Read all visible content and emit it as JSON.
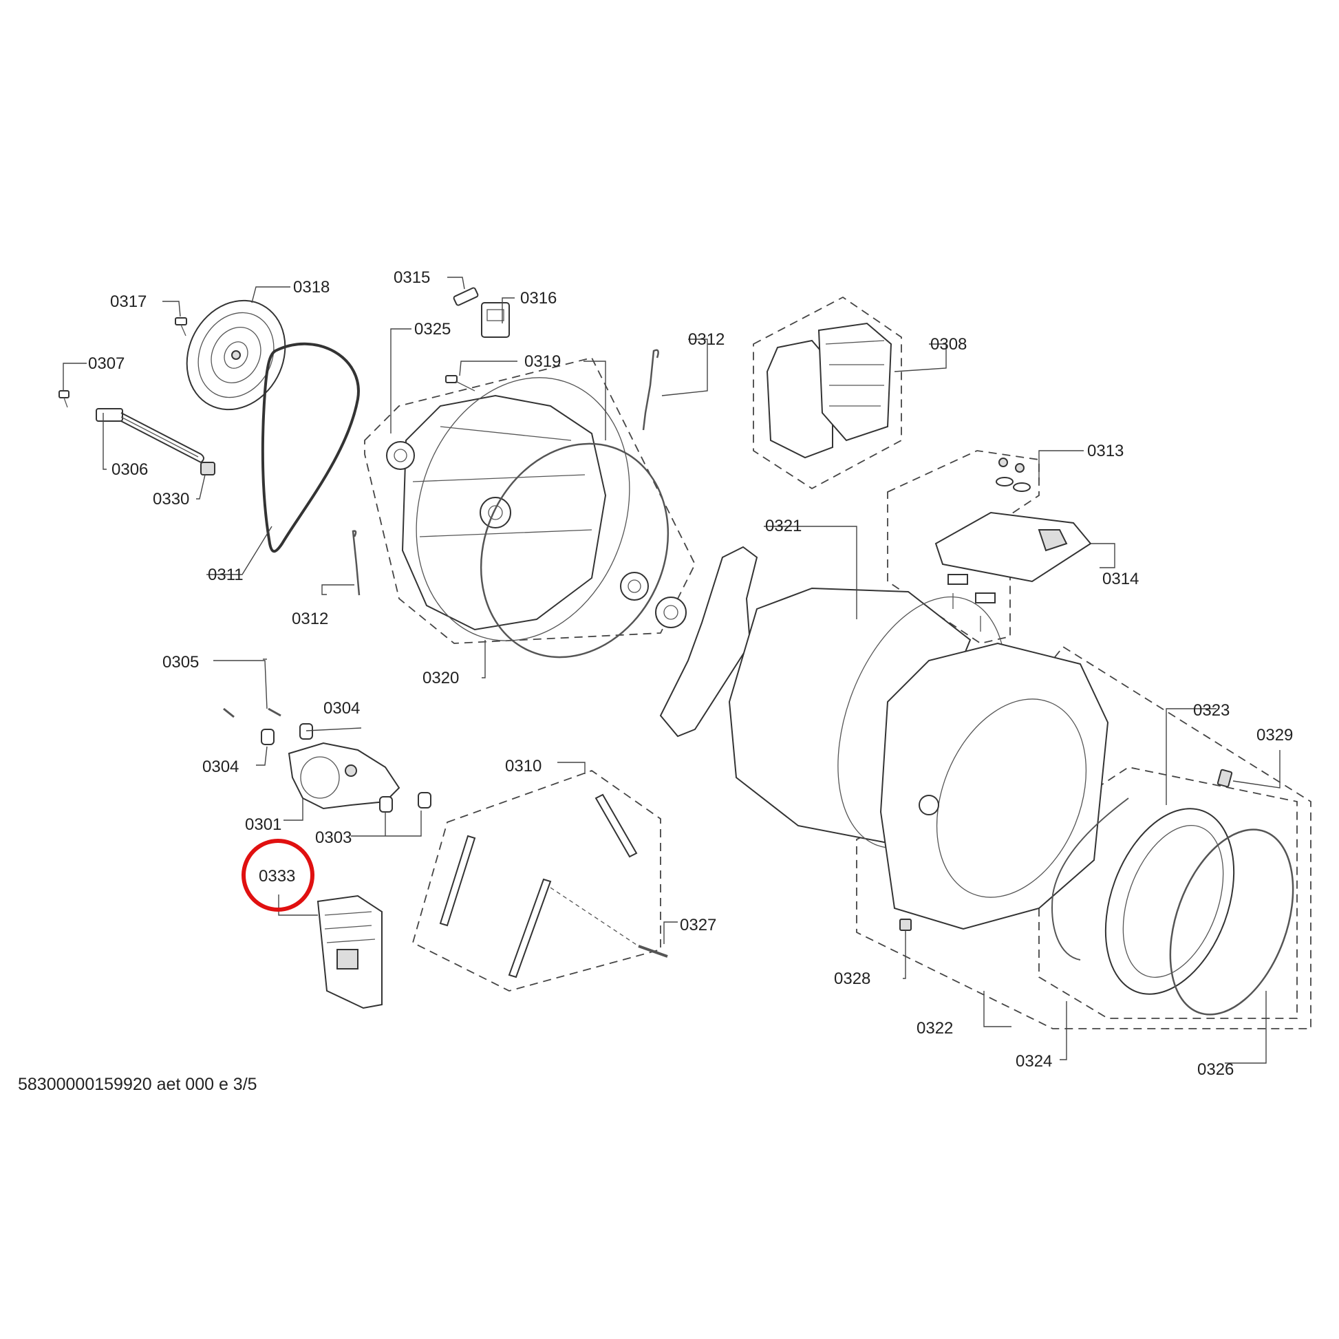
{
  "diagram": {
    "reference": "58300000159920 aet 000 e 3/5",
    "highlight_color": "#e01010",
    "highlighted_part": "0333",
    "labels": {
      "p0301": "0301",
      "p0303": "0303",
      "p0304a": "0304",
      "p0304b": "0304",
      "p0305": "0305",
      "p0306": "0306",
      "p0307": "0307",
      "p0308": "0308",
      "p0310": "0310",
      "p0311": "0311",
      "p0312a": "0312",
      "p0312b": "0312",
      "p0313": "0313",
      "p0314": "0314",
      "p0315": "0315",
      "p0316": "0316",
      "p0317": "0317",
      "p0318": "0318",
      "p0319": "0319",
      "p0320": "0320",
      "p0321": "0321",
      "p0322": "0322",
      "p0323": "0323",
      "p0324": "0324",
      "p0325": "0325",
      "p0326": "0326",
      "p0327": "0327",
      "p0328": "0328",
      "p0329": "0329",
      "p0330": "0330",
      "p0333": "0333"
    }
  }
}
